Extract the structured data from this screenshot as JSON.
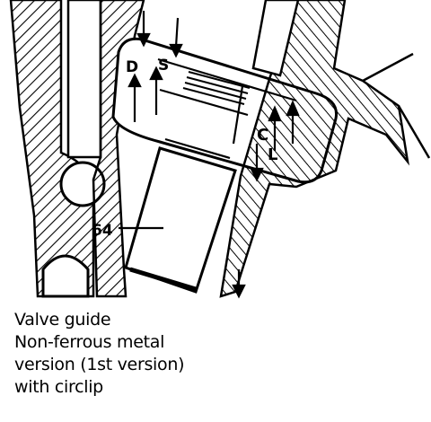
{
  "diagram": {
    "labels": {
      "d": "D",
      "s": "S",
      "c": "C",
      "l": "L",
      "part": "64"
    }
  },
  "caption": {
    "lines": [
      "Valve guide",
      "Non-ferrous metal",
      "version (1st version)",
      "with circlip"
    ]
  }
}
